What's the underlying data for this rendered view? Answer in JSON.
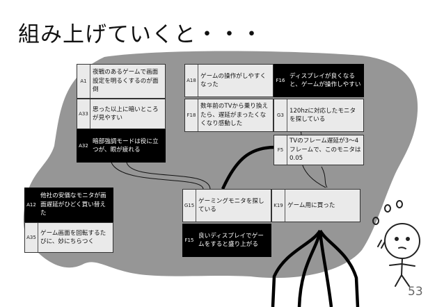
{
  "title": "組み上げていくと・・・",
  "page_number": "53",
  "colors": {
    "blob": "#969696",
    "dark_card": "#000000",
    "light_card": "#eaeaea"
  },
  "cards": {
    "a1": {
      "id": "A1",
      "text": "夜戦のあるゲームで画面設定を明るくするのが面倒"
    },
    "a33": {
      "id": "A33",
      "text": "思った以上に暗いところが見やすい"
    },
    "a32": {
      "id": "A32",
      "text": "暗部強調モードは役に立つが、眼が疲れる"
    },
    "a18": {
      "id": "A18",
      "text": "ゲームの操作がしやすくなった"
    },
    "f16": {
      "id": "F16",
      "text": "ディスプレイが良くなると、ゲームが操作しやすい"
    },
    "f18": {
      "id": "F18",
      "text": "数年前のTVから乗り換えたら、遅延がまったくなくなり感動した"
    },
    "g3": {
      "id": "G3",
      "text": "120hzに対応したモニタを探している"
    },
    "f5": {
      "id": "F5",
      "text": "TVのフレーム遅延が3～4フレームで、このモニタは0.05"
    },
    "a12": {
      "id": "A12",
      "text": "他社の安価なモニタが画面遅延がひどく買い替えた"
    },
    "a35": {
      "id": "A35",
      "text": "ゲーム画面を回転するたびに、妙にちらつく"
    },
    "g15": {
      "id": "G15",
      "text": "ゲーミングモニタを探している"
    },
    "k19": {
      "id": "K19",
      "text": "ゲーム用に買った"
    },
    "f15": {
      "id": "F15",
      "text": "良いディスプレイでゲームをすると盛り上がる"
    }
  }
}
